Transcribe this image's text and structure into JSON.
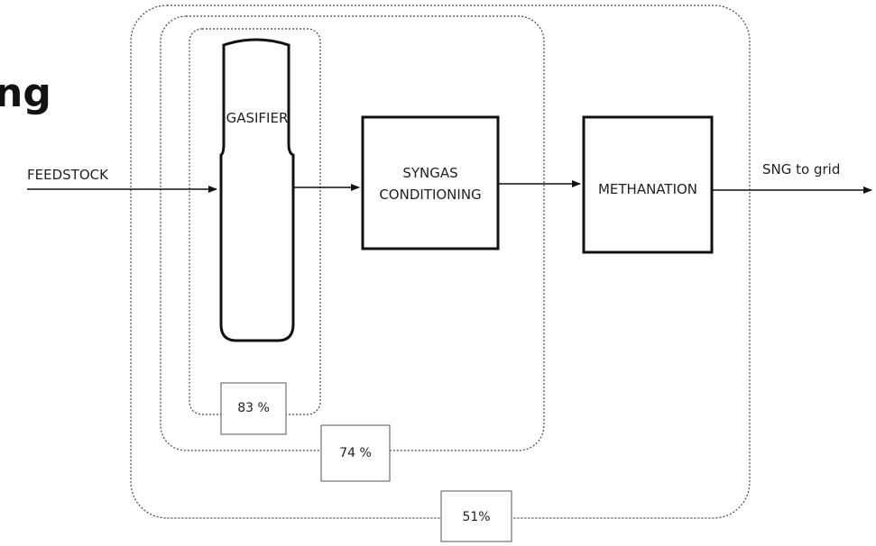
{
  "heading_fragment": "ng",
  "input_label": "FEEDSTOCK",
  "output_label": "SNG to grid",
  "blocks": {
    "gasifier": "GASIFIER",
    "syngas_line1": "SYNGAS",
    "syngas_line2": "CONDITIONING",
    "methanation": "METHANATION"
  },
  "efficiencies": {
    "gasifier_stage": "83 %",
    "conditioning_stage": "74 %",
    "overall": "51%"
  }
}
